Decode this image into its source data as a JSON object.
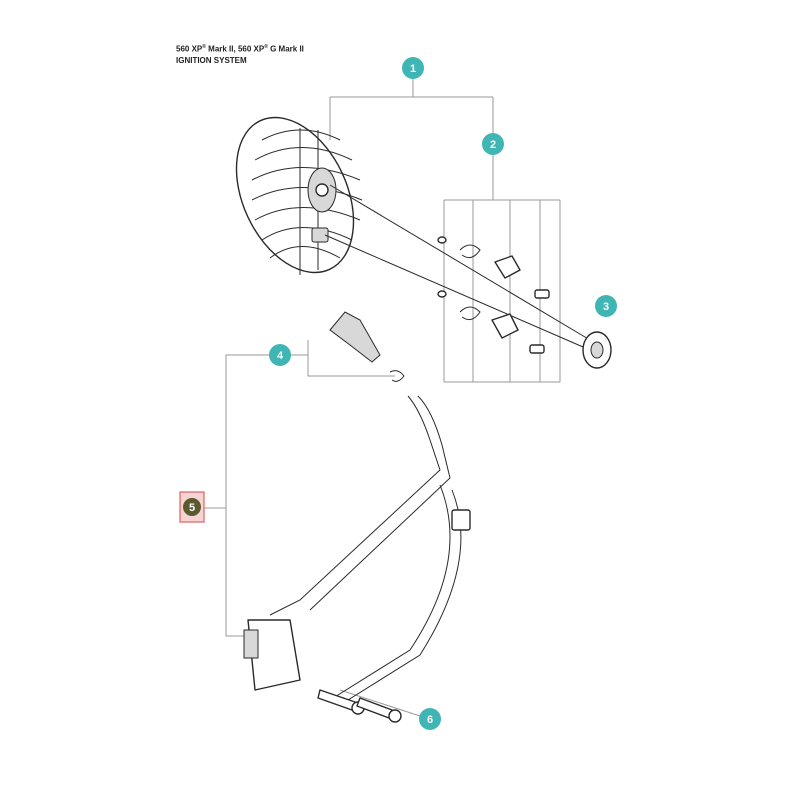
{
  "header": {
    "model_line_a": "560 XP",
    "reg_mark": "®",
    "model_line_b": " Mark II, 560 XP",
    "model_line_c": " G Mark II",
    "section_title": "IGNITION SYSTEM"
  },
  "colors": {
    "callout_fill": "#3fb6b3",
    "highlight_fill": "#5a5a2e",
    "highlight_border": "#e06060",
    "highlight_bg": "#f6d4d4",
    "leader_line": "#9a9a9a"
  },
  "callouts": [
    {
      "id": "1",
      "label": "1",
      "highlighted": false
    },
    {
      "id": "2",
      "label": "2",
      "highlighted": false
    },
    {
      "id": "3",
      "label": "3",
      "highlighted": false
    },
    {
      "id": "4",
      "label": "4",
      "highlighted": false
    },
    {
      "id": "5",
      "label": "5",
      "highlighted": true
    },
    {
      "id": "6",
      "label": "6",
      "highlighted": false
    }
  ]
}
